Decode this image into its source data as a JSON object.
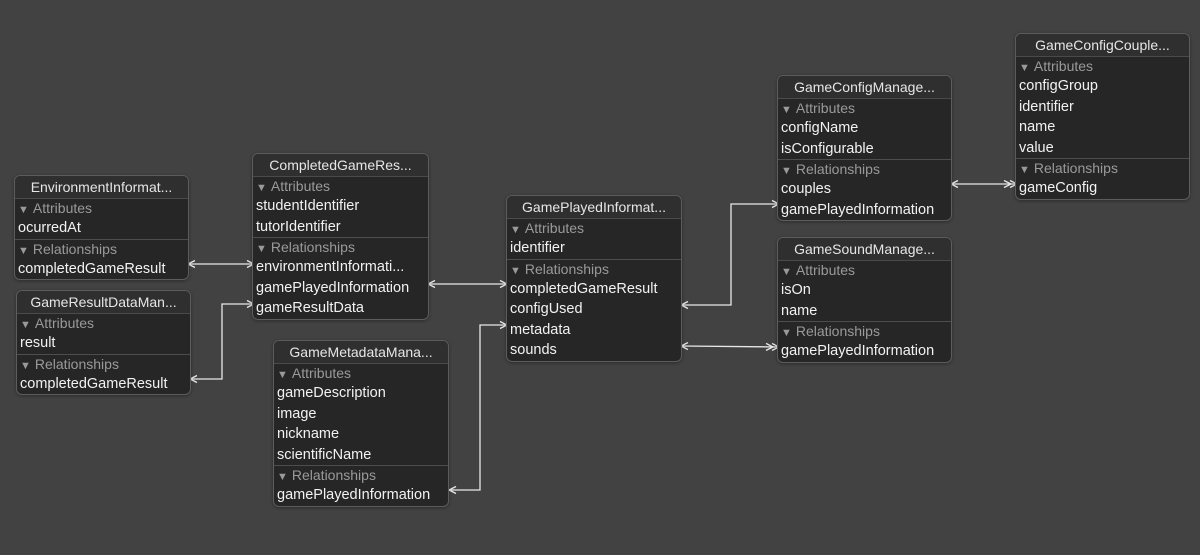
{
  "section_labels": {
    "attributes": "Attributes",
    "relationships": "Relationships"
  },
  "entities": {
    "environment": {
      "title": "EnvironmentInformat...",
      "attributes": [
        "ocurredAt"
      ],
      "relationships": [
        "completedGameResult"
      ]
    },
    "gameResultData": {
      "title": "GameResultDataMan...",
      "attributes": [
        "result"
      ],
      "relationships": [
        "completedGameResult"
      ]
    },
    "completedGameResult": {
      "title": "CompletedGameRes...",
      "attributes": [
        "studentIdentifier",
        "tutorIdentifier"
      ],
      "relationships": [
        "environmentInformati...",
        "gamePlayedInformation",
        "gameResultData"
      ]
    },
    "gameMetadata": {
      "title": "GameMetadataMana...",
      "attributes": [
        "gameDescription",
        "image",
        "nickname",
        "scientificName"
      ],
      "relationships": [
        "gamePlayedInformation"
      ]
    },
    "gamePlayed": {
      "title": "GamePlayedInformat...",
      "attributes": [
        "identifier"
      ],
      "relationships": [
        "completedGameResult",
        "configUsed",
        "metadata",
        "sounds"
      ]
    },
    "gameConfig": {
      "title": "GameConfigManage...",
      "attributes": [
        "configName",
        "isConfigurable"
      ],
      "relationships": [
        "couples",
        "gamePlayedInformation"
      ]
    },
    "gameSound": {
      "title": "GameSoundManage...",
      "attributes": [
        "isOn",
        "name"
      ],
      "relationships": [
        "gamePlayedInformation"
      ]
    },
    "gameConfigCouple": {
      "title": "GameConfigCouple...",
      "attributes": [
        "configGroup",
        "identifier",
        "name",
        "value"
      ],
      "relationships": [
        "gameConfig"
      ]
    }
  },
  "colors": {
    "background": "#424242",
    "card": "#262626",
    "link": "#e8e8e8"
  }
}
